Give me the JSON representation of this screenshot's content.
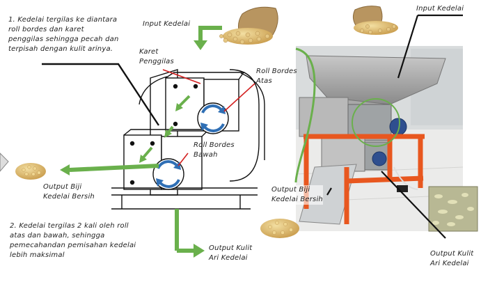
{
  "notes": {
    "note1": [
      "1. Kedelai tergilas ke diantara",
      "roll bordes dan karet",
      "penggilas sehingga pecah dan",
      "terpisah dengan kulit arinya."
    ],
    "note2": [
      "2. Kedelai tergilas 2 kali oleh roll",
      "atas dan bawah, sehingga",
      "pemecahandan pemisahan kedelai",
      "lebih maksimal"
    ]
  },
  "labels": {
    "input_left": "Input Kedelai",
    "input_right": "Input Kedelai",
    "karet": [
      "Karet",
      "Penggilas"
    ],
    "roll_atas": [
      "Roll Bordes",
      "Atas"
    ],
    "roll_bawah": [
      "Roll Bordes",
      "Bawah"
    ],
    "output_biji_left": [
      "Output Biji",
      "Kedelai Bersih"
    ],
    "output_biji_right": [
      "Output Biji",
      "Kedelai Bersih"
    ],
    "output_kulit_left": [
      "Output Kulit",
      "Ari Kedelai"
    ],
    "output_kulit_right": [
      "Output Kulit",
      "Ari Kedelai"
    ]
  },
  "colors": {
    "arrow_green": "#6ab04c",
    "roll_blue": "#2f6fb5",
    "pointer_red": "#d32020",
    "frame_orange": "#e8571f"
  }
}
